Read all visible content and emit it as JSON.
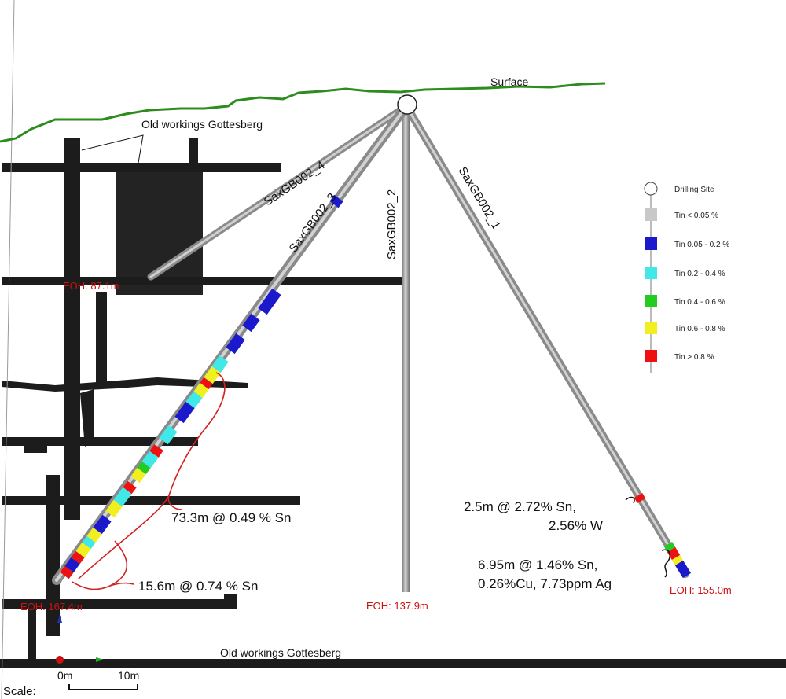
{
  "labels": {
    "surface": "Surface",
    "old_workings_top": "Old workings Gottesberg",
    "old_workings_bottom": "Old workings Gottesberg",
    "scale": "Scale:",
    "scale_zero": "0m",
    "scale_ten": "10m"
  },
  "holes": [
    {
      "id": "SaxGB002_4",
      "eoh": "EOH: 87.1m"
    },
    {
      "id": "SaxGB002_3",
      "eoh": "EOH: 167.4m"
    },
    {
      "id": "SaxGB002_2",
      "eoh": "EOH: 137.9m"
    },
    {
      "id": "SaxGB002_1",
      "eoh": "EOH: 155.0m"
    }
  ],
  "intercepts": [
    {
      "text": "73.3m @ 0.49  % Sn"
    },
    {
      "text": "15.6m @ 0.74  % Sn"
    },
    {
      "line1": "2.5m @ 2.72% Sn,",
      "line2": "2.56% W"
    },
    {
      "line1": "6.95m @ 1.46% Sn,",
      "line2": "0.26%Cu, 7.73ppm Ag"
    }
  ],
  "legend": {
    "items": [
      {
        "label": "Drilling Site",
        "symbol": "circle",
        "color": "#ffffff"
      },
      {
        "label": "Tin < 0.05 %",
        "symbol": "square",
        "color": "#c8c8c8"
      },
      {
        "label": "Tin 0.05 - 0.2 %",
        "symbol": "square",
        "color": "#1a1acc"
      },
      {
        "label": "Tin 0.2 - 0.4 %",
        "symbol": "square",
        "color": "#40e8e8"
      },
      {
        "label": "Tin 0.4 - 0.6 %",
        "symbol": "square",
        "color": "#22cc22"
      },
      {
        "label": "Tin 0.6 - 0.8 %",
        "symbol": "square",
        "color": "#f0f020"
      },
      {
        "label": "Tin > 0.8 %",
        "symbol": "square",
        "color": "#ee1111"
      }
    ]
  },
  "colors": {
    "surface_line": "#2e8b1e",
    "workings": "#1c1c1c",
    "drillhole": "#9a9a9a",
    "eoh_label": "#cc1111",
    "annotation_line": "#d42020"
  }
}
